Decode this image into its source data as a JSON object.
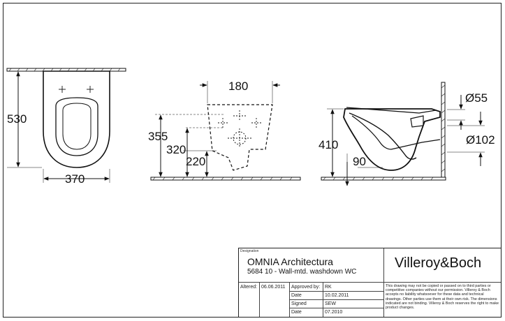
{
  "dimensions": {
    "front_height": "530",
    "front_width": "370",
    "mid_width": "180",
    "mid_h1": "355",
    "mid_h2": "320",
    "mid_h3": "220",
    "side_height": "410",
    "side_depth": "90",
    "side_d1": "Ø55",
    "side_d2": "Ø102"
  },
  "title_block": {
    "designation_label": "Designation",
    "product_name": "OMNIA Architectura",
    "product_desc": "5684 10 - Wall-mtd. washdown WC",
    "brand": "Villeroy&Boch",
    "altered_label": "Altered:",
    "altered_date": "06.06.2011",
    "approved_label": "Approved by:",
    "approved_value": "RK",
    "date_label_1": "Date",
    "date_value_1": "10.02.2011",
    "signed_label": "Signed",
    "signed_value": "SEW",
    "date_label_2": "Date",
    "date_value_2": "07.2010",
    "disclaimer": "This drawing may not be copied or passed on to third parties or competitive companies without our permission. Villeroy & Boch accepts no liability whatsoever for these data and technical drawings. Other parties use them at their own risk. The dimensions indicated are not binding. Villeroy & Boch reserves the right to make product changes."
  }
}
